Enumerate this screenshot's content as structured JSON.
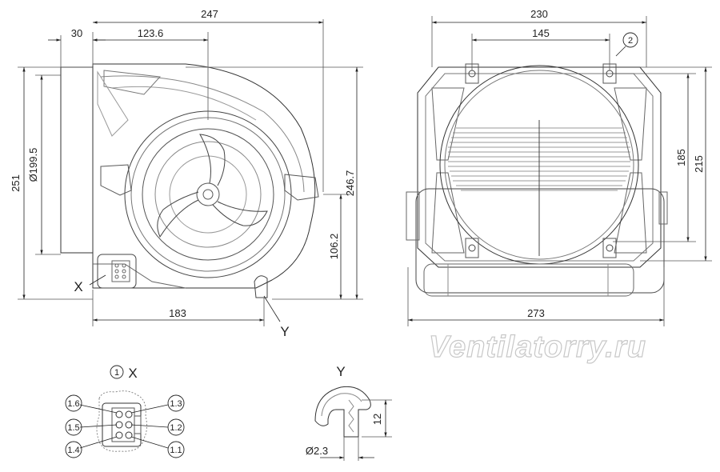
{
  "side_view": {
    "dims": {
      "overall_width": "247",
      "flange": "30",
      "hub_offset": "123.6",
      "height": "251",
      "inlet_diameter": "Ø199.5",
      "scroll_height": "246.7",
      "axis_height": "106.2",
      "base_width": "183"
    },
    "callouts": {
      "x": "X",
      "y": "Y"
    }
  },
  "front_view": {
    "dims": {
      "overall_width": "230",
      "hole_spacing": "145",
      "base_width": "273",
      "hole_height": "185",
      "height": "215"
    },
    "callout_number": "2"
  },
  "detail_x": {
    "title": "X",
    "marker": "1",
    "pins": [
      "1.6",
      "1.5",
      "1.4",
      "1.3",
      "1.2",
      "1.1"
    ]
  },
  "detail_y": {
    "title": "Y",
    "dims": {
      "depth": "12",
      "diameter": "Ø2.3"
    }
  },
  "watermark": "Ventilatorry.ru"
}
